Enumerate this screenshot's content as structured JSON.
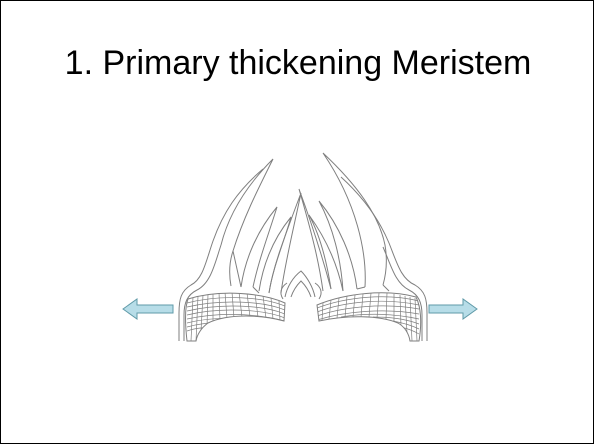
{
  "slide": {
    "title": "1. Primary thickening Meristem"
  },
  "diagram": {
    "subject": "shoot-apex-primary-thickening-meristem",
    "outline_color": "#7f7f7f",
    "arrow_fill": "#b7dde8",
    "arrow_stroke": "#5f9aa8",
    "arrows": [
      "left-arrow",
      "right-arrow"
    ]
  }
}
